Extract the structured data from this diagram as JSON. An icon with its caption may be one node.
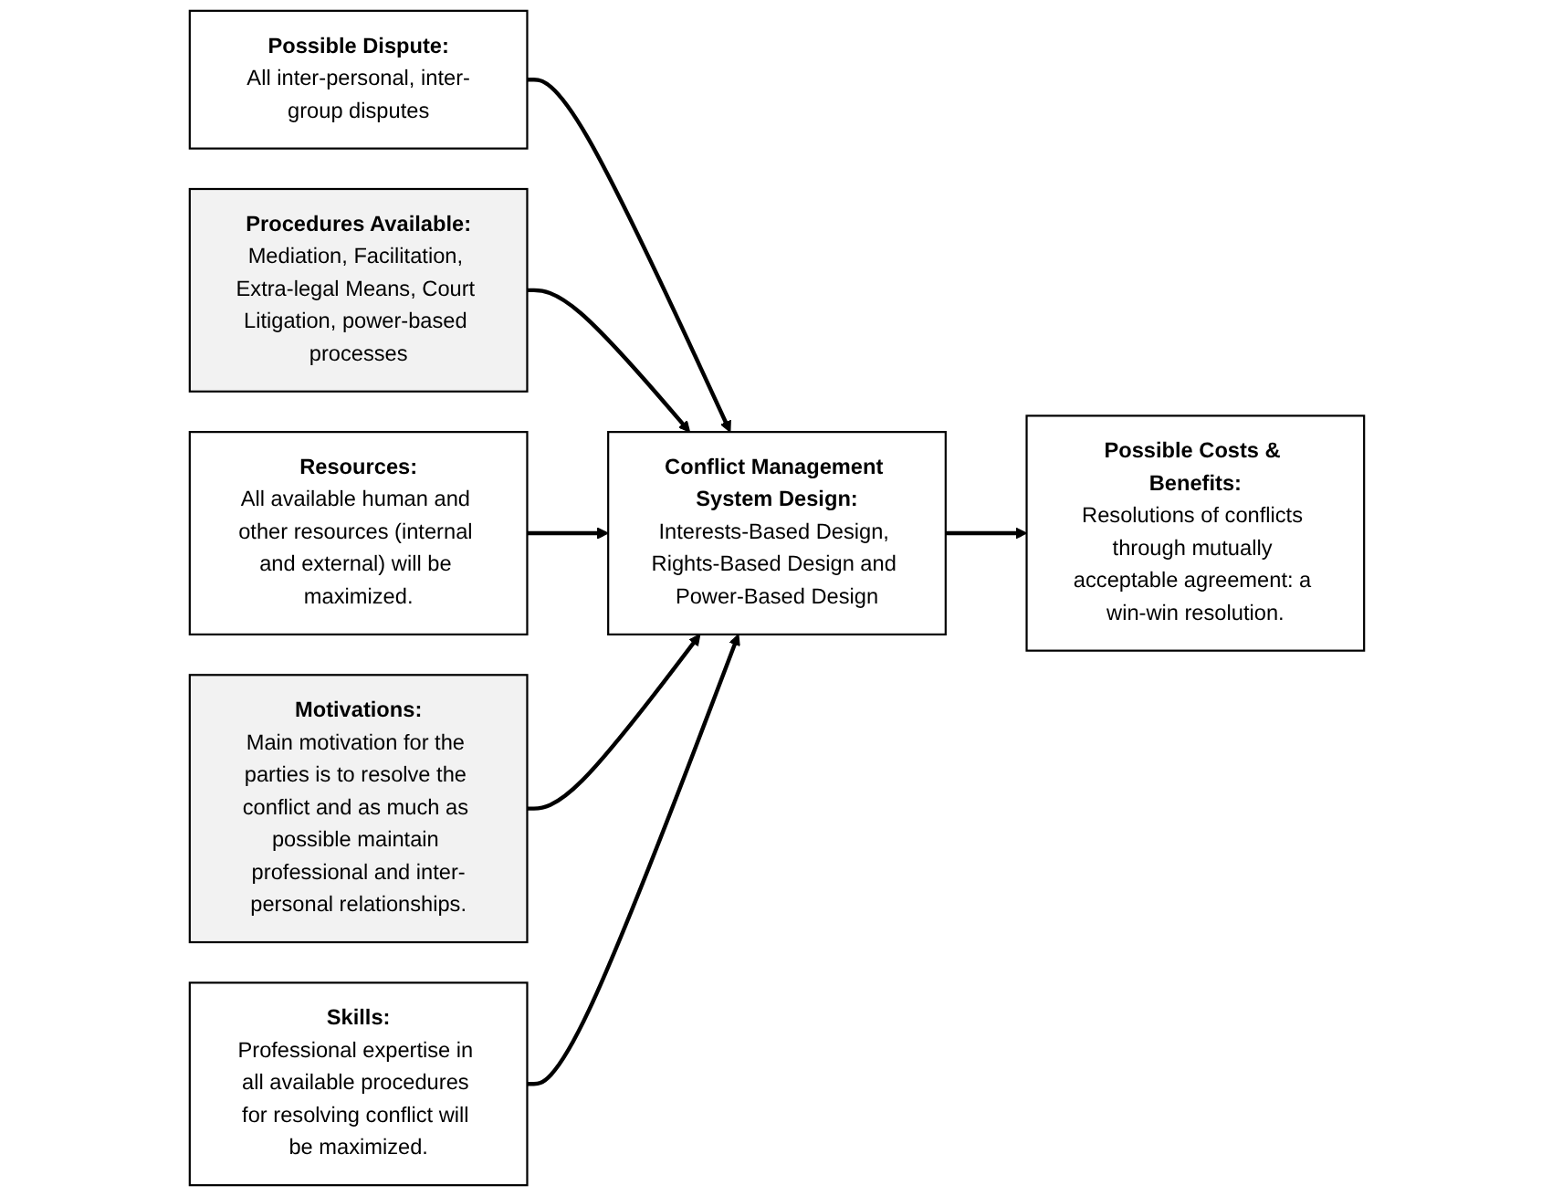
{
  "diagram": {
    "nodes": [
      {
        "text": [
          "Possible Dispute:",
          "All inter-personal, inter-group disputes"
        ]
      },
      {
        "text": [
          "Conflict Management System Design:",
          "Interests-Based Design, Rights-Based Design and Power-Based Design"
        ]
      },
      {
        "text": [
          "Possible Costs & Benefits:",
          "Resolutions of conflicts through mutually acceptable agreement: a win-win resolution."
        ]
      },
      {
        "text": [
          "Procedures Available:",
          "Mediation, Facilitation, Extra-legal Means, Court Litigation, power-based processes"
        ]
      },
      {
        "text": [
          "Resources:",
          "All available human and other resources (internal and external) will be maximized."
        ]
      },
      {
        "text": [
          "Motivations:",
          "Main motivation for the parties is to resolve the conflict and as much as possible maintain professional and inter-personal relationships."
        ]
      },
      {
        "text": [
          "Skills:",
          "Professional expertise in all available procedures for resolving conflict will be maximized."
        ]
      }
    ],
    "edges": [
      {
        "from": 0,
        "to": 1,
        "arrow": "to"
      },
      {
        "from": 1,
        "to": 2,
        "arrow": "to"
      },
      {
        "from": 3,
        "to": 1,
        "arrow": "to"
      },
      {
        "from": 4,
        "to": 1,
        "arrow": "to"
      },
      {
        "from": 5,
        "to": 1,
        "arrow": "to"
      },
      {
        "from": 6,
        "to": 1,
        "arrow": "to"
      }
    ]
  }
}
